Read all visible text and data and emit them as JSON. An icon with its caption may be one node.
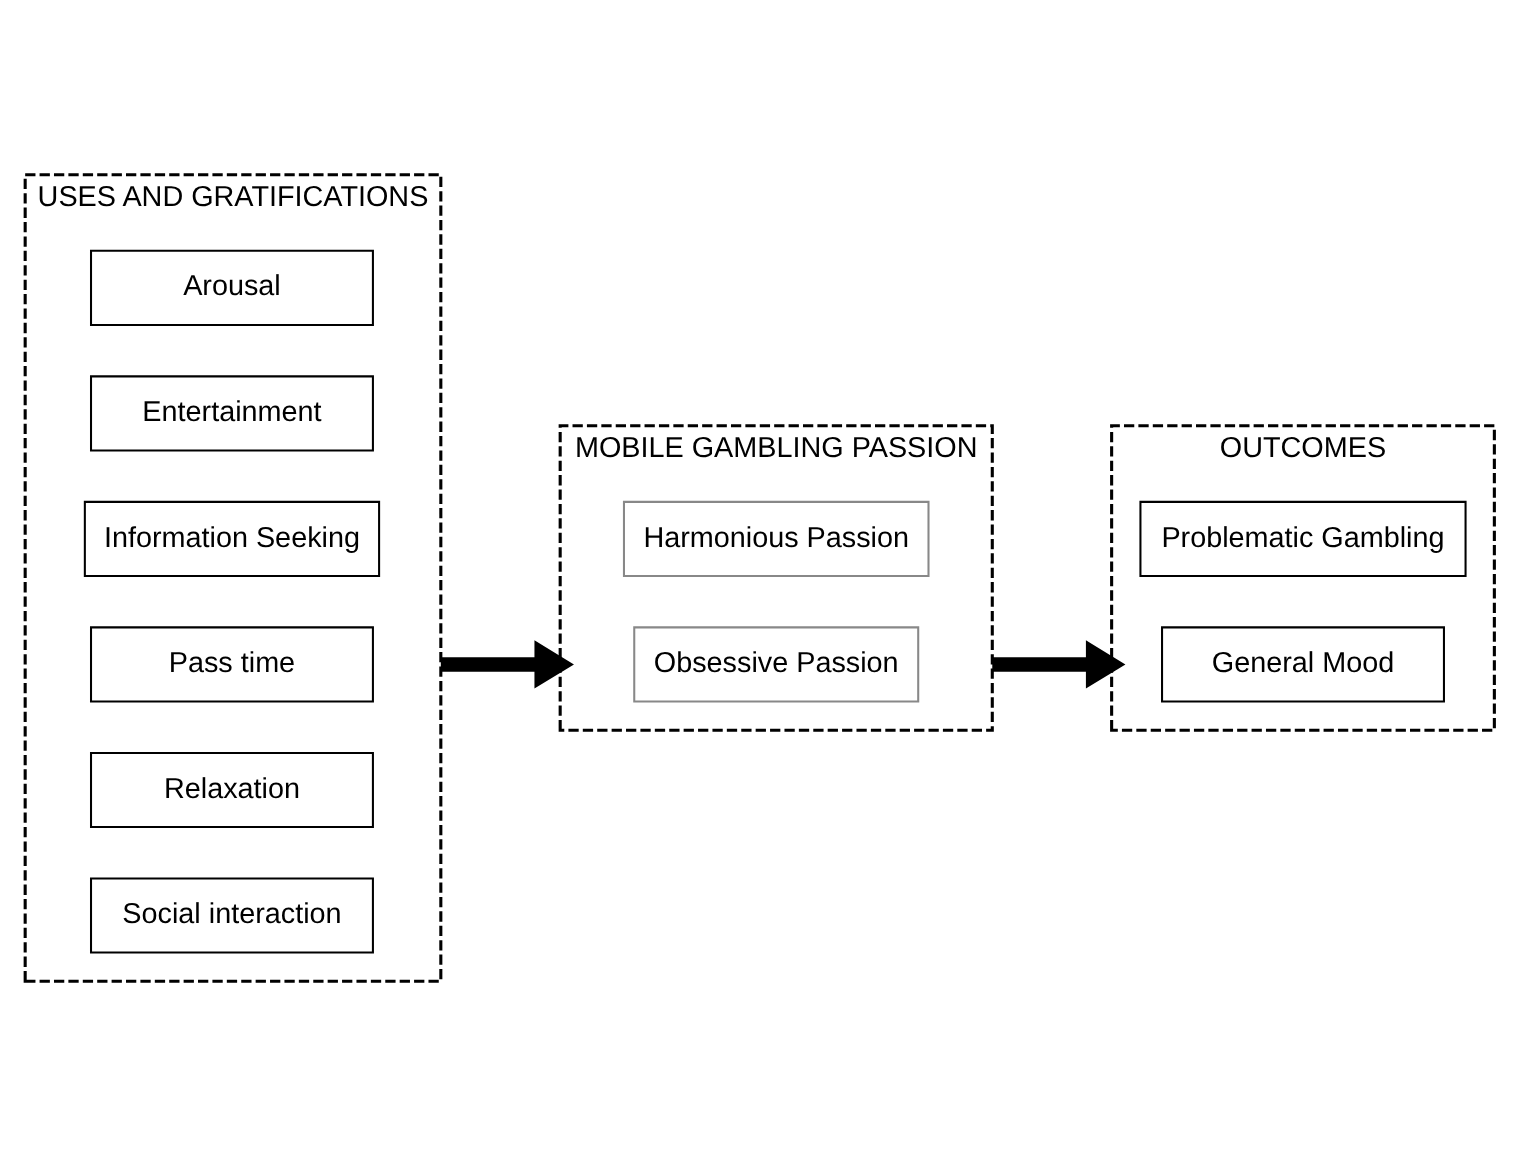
{
  "diagram": {
    "nodes": [
      {
        "text": [
          "USES AND GRATIFICATIONS"
        ]
      },
      {
        "text": [
          "Arousal"
        ],
        "in": 0
      },
      {
        "text": [
          "Entertainment"
        ],
        "in": 0
      },
      {
        "text": [
          "Information Seeking"
        ],
        "in": 0
      },
      {
        "text": [
          "Pass time"
        ],
        "in": 0
      },
      {
        "text": [
          "Relaxation"
        ],
        "in": 0
      },
      {
        "text": [
          "Social interaction"
        ],
        "in": 0
      },
      {
        "text": [
          "MOBILE GAMBLING PASSION"
        ]
      },
      {
        "text": [
          "Harmonious Passion"
        ],
        "in": 7
      },
      {
        "text": [
          "Obsessive Passion"
        ],
        "in": 7
      },
      {
        "text": [
          "OUTCOMES"
        ]
      },
      {
        "text": [
          "Problematic Gambling"
        ],
        "in": 10
      },
      {
        "text": [
          "General Mood"
        ],
        "in": 10
      }
    ],
    "edges": [
      {
        "from": 0,
        "to": 7,
        "arrow": "to"
      },
      {
        "from": 7,
        "to": 10,
        "arrow": "to"
      }
    ]
  }
}
